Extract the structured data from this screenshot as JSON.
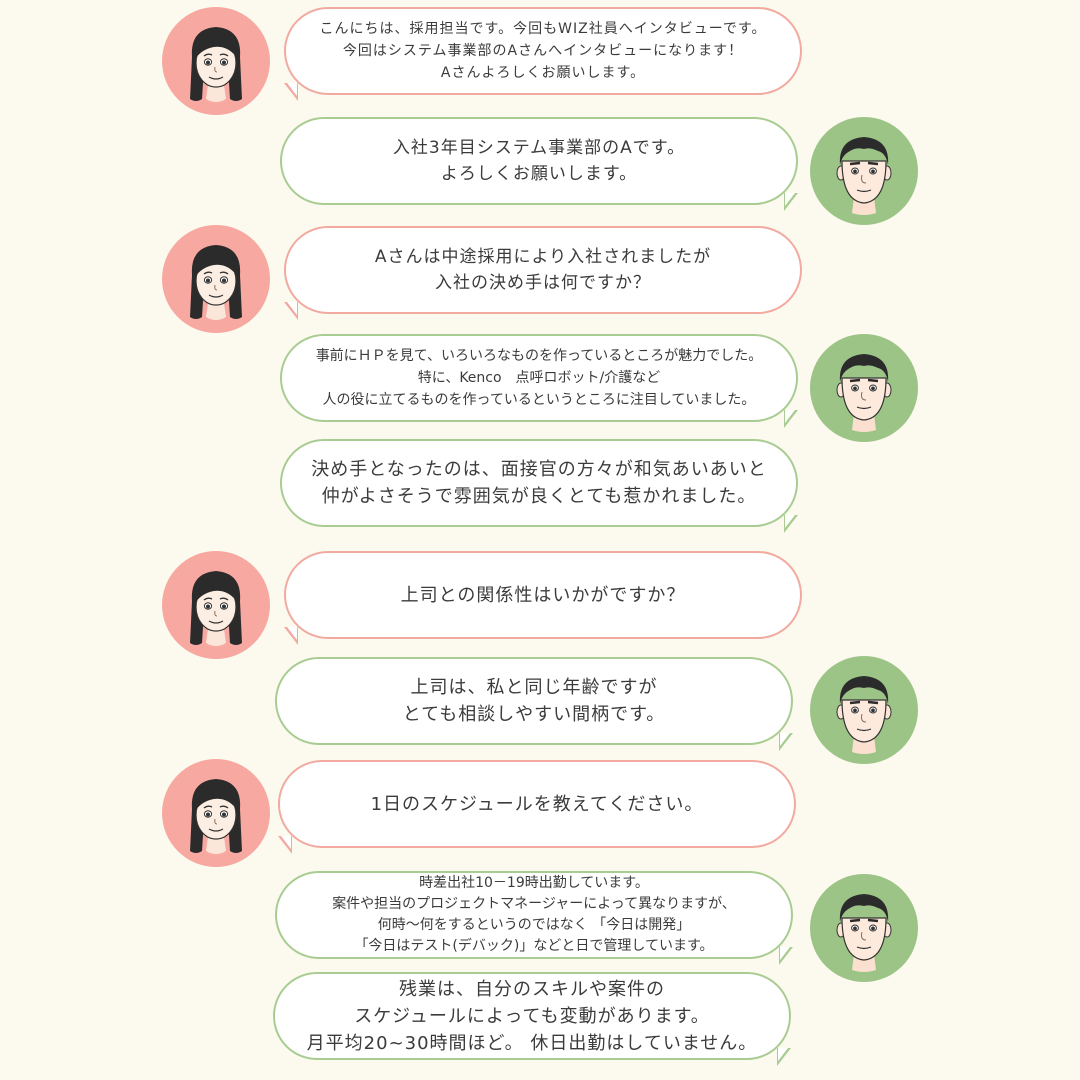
{
  "colors": {
    "background": "#fcfaee",
    "interviewer_accent": "#f2aaa0",
    "interviewee_accent": "#a8cc92"
  },
  "avatars": {
    "interviewer": "woman-avatar-icon",
    "interviewee": "man-avatar-icon"
  },
  "messages": [
    {
      "speaker": "interviewer",
      "lines": [
        "こんにちは、採用担当です。今回もWIZ社員へインタビューです。",
        "今回はシステム事業部のAさんへインタビューになります！",
        "Aさんよろしくお願いします。"
      ]
    },
    {
      "speaker": "interviewee",
      "lines": [
        "入社3年目システム事業部のAです。",
        "よろしくお願いします。"
      ]
    },
    {
      "speaker": "interviewer",
      "lines": [
        "Aさんは中途採用により入社されましたが",
        "入社の決め手は何ですか？"
      ]
    },
    {
      "speaker": "interviewee",
      "lines": [
        "事前にＨＰを見て、いろいろなものを作っているところが魅力でした。",
        "特に、Kenco　点呼ロボット/介護など",
        "人の役に立てるものを作っているというところに注目していました。"
      ]
    },
    {
      "speaker": "interviewee",
      "lines": [
        "決め手となったのは、面接官の方々が和気あいあいと",
        "仲がよさそうで雰囲気が良くとても惹かれました。"
      ]
    },
    {
      "speaker": "interviewer",
      "lines": [
        "上司との関係性はいかがですか？"
      ]
    },
    {
      "speaker": "interviewee",
      "lines": [
        "上司は、私と同じ年齢ですが",
        "とても相談しやすい間柄です。"
      ]
    },
    {
      "speaker": "interviewer",
      "lines": [
        "1日のスケジュールを教えてください。"
      ]
    },
    {
      "speaker": "interviewee",
      "lines": [
        "時差出社10－19時出勤しています。",
        "案件や担当のプロジェクトマネージャーによって異なりますが、",
        "何時～何をするというのではなく 「今日は開発」",
        "「今日はテスト(デバック)」などと日で管理しています。"
      ]
    },
    {
      "speaker": "interviewee",
      "lines": [
        "残業は、自分のスキルや案件の",
        "スケジュールによっても変動があります。",
        "月平均20~30時間ほど。 休日出勤はしていません。"
      ]
    }
  ]
}
